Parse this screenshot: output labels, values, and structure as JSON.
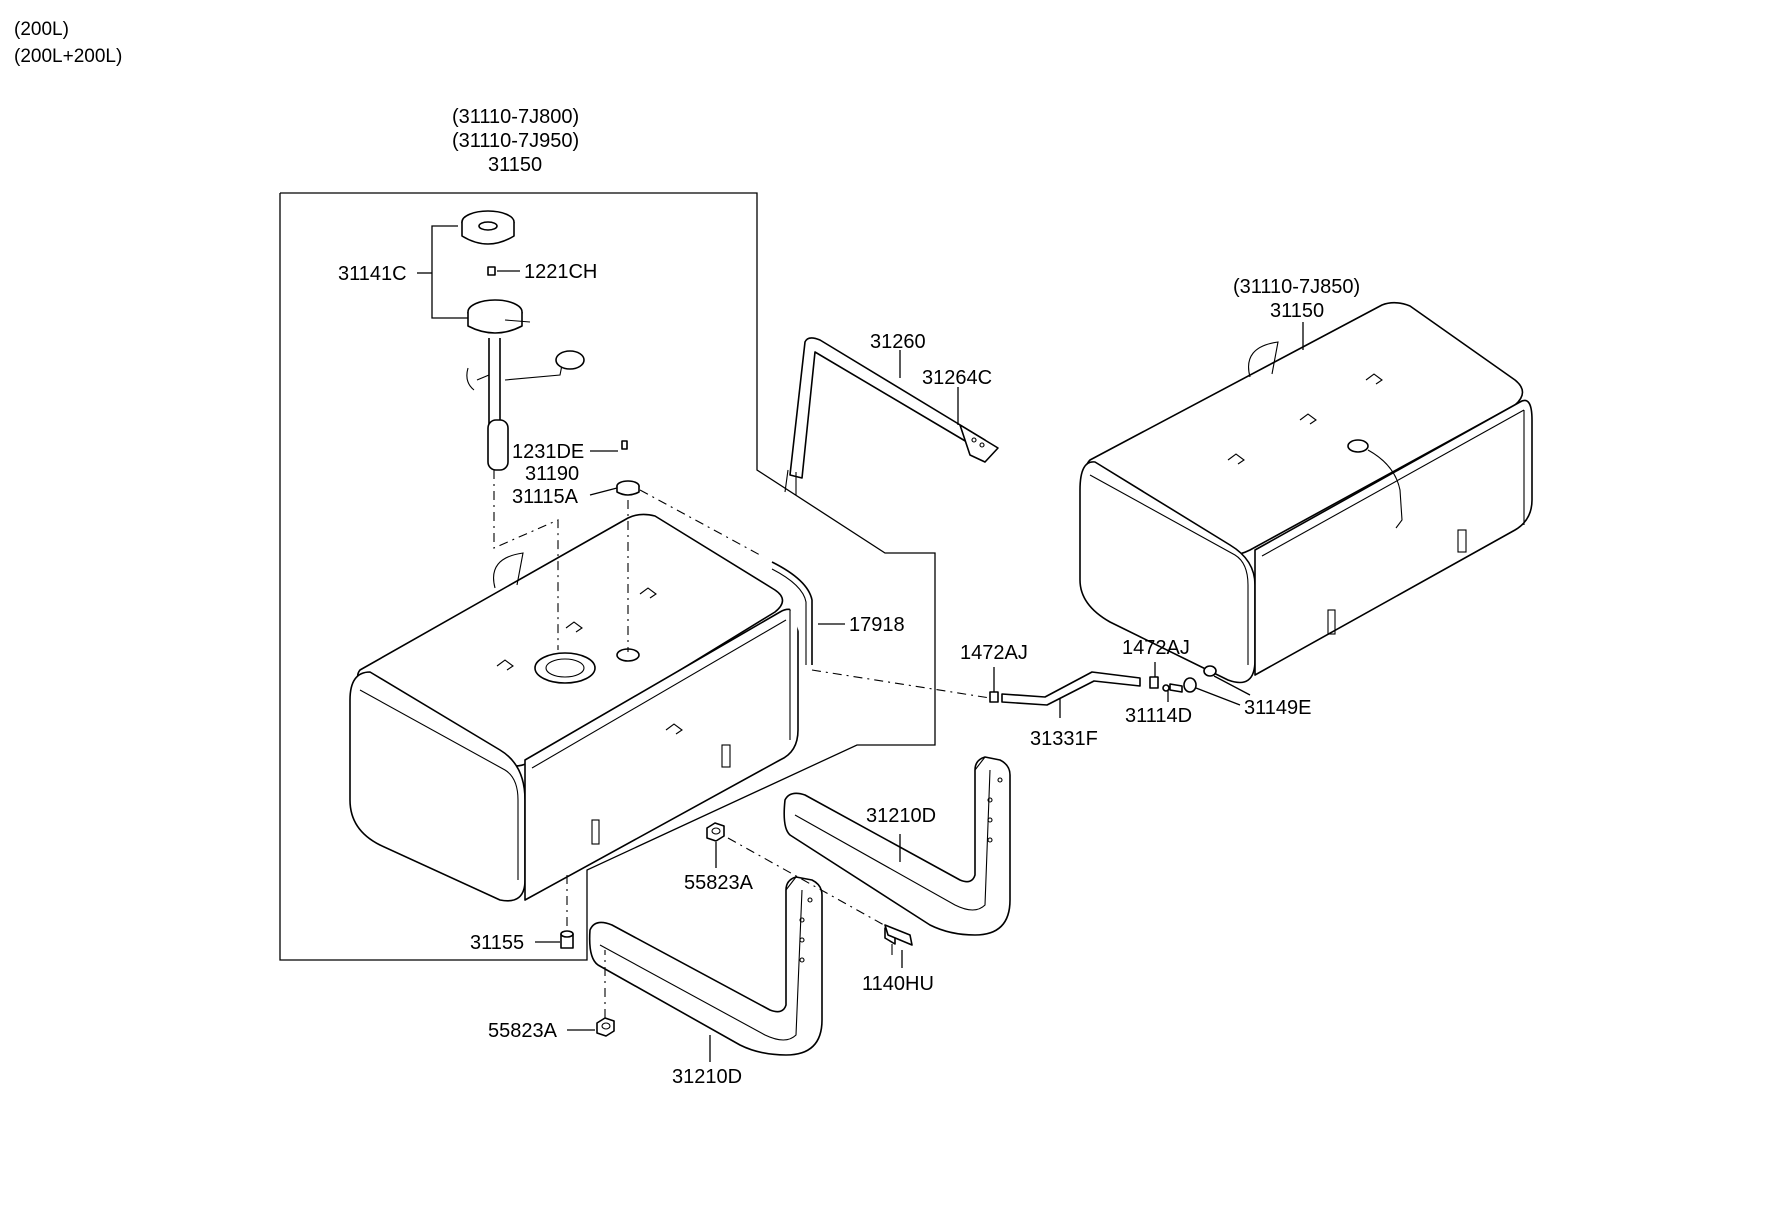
{
  "header": {
    "variant_1": "(200L)",
    "variant_2": "(200L+200L)"
  },
  "labels": {
    "left_tank_code_a": "(31110-7J800)",
    "left_tank_code_b": "(31110-7J950)",
    "left_tank": "31150",
    "right_tank_code": "(31110-7J850)",
    "right_tank": "31150",
    "sender_assy": "31141C",
    "screw_1221ch": "1221CH",
    "screw_1231de": "1231DE",
    "cap_31190": "31190",
    "cap_31115a": "31115A",
    "hose_17918": "17918",
    "band_31260": "31260",
    "band_31264c": "31264C",
    "clamp_left": "1472AJ",
    "clamp_right": "1472AJ",
    "hose_31331f": "31331F",
    "fitting_31114d": "31114D",
    "fitting_31149e": "31149E",
    "bracket_upper": "31210D",
    "bracket_lower": "31210D",
    "nut_upper": "55823A",
    "nut_lower": "55823A",
    "bolt_1140hu": "1140HU",
    "drain_31155": "31155"
  }
}
